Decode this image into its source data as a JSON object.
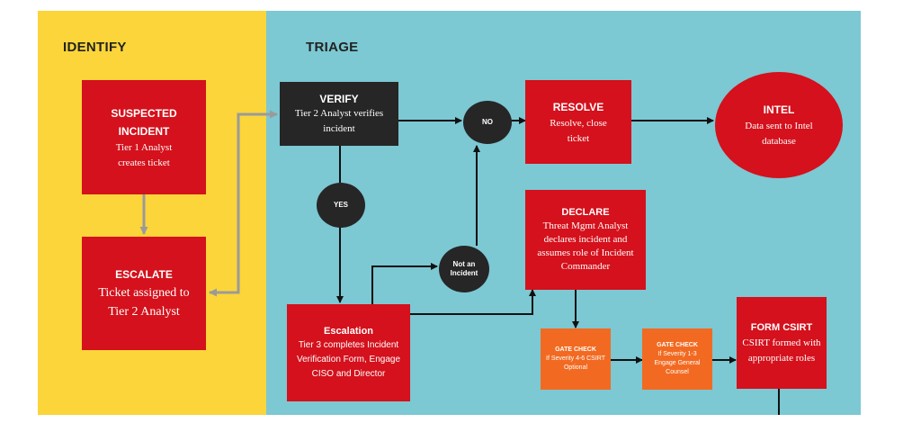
{
  "phases": {
    "identify": "IDENTIFY",
    "triage": "TRIAGE"
  },
  "nodes": {
    "suspected": {
      "title": "SUSPECTED INCIDENT",
      "desc": "Tier 1 Analyst creates ticket"
    },
    "escalate": {
      "title": "ESCALATE",
      "desc": "Ticket assigned to Tier 2 Analyst"
    },
    "verify": {
      "title": "VERIFY",
      "desc": "Tier 2 Analyst verifies incident"
    },
    "no": {
      "label": "NO"
    },
    "yes": {
      "label": "YES"
    },
    "not_incident": {
      "label": "Not an Incident"
    },
    "resolve": {
      "title": "RESOLVE",
      "desc": "Resolve, close ticket"
    },
    "intel": {
      "title": "INTEL",
      "desc": "Data sent to Intel database"
    },
    "declare": {
      "title": "DECLARE",
      "desc": "Threat Mgmt Analyst declares incident and assumes role of Incident Commander"
    },
    "escalation": {
      "title": "Escalation",
      "desc": "Tier 3 completes Incident Verification Form, Engage CISO and Director"
    },
    "gate1": {
      "title": "GATE CHECK",
      "desc": "If Severity 4-6 CSIRT Optional"
    },
    "gate2": {
      "title": "GATE CHECK",
      "desc": "If Severity 1-3 Engage General Counsel"
    },
    "form_csirt": {
      "title": "FORM CSIRT",
      "desc": "CSIRT formed with appropriate roles"
    }
  },
  "colors": {
    "identify_bg": "#fbd53a",
    "triage_bg": "#7cc8d3",
    "red": "#d4111c",
    "dark": "#262626",
    "orange": "#f26a21",
    "gray_arrow": "#9a9a9a"
  }
}
